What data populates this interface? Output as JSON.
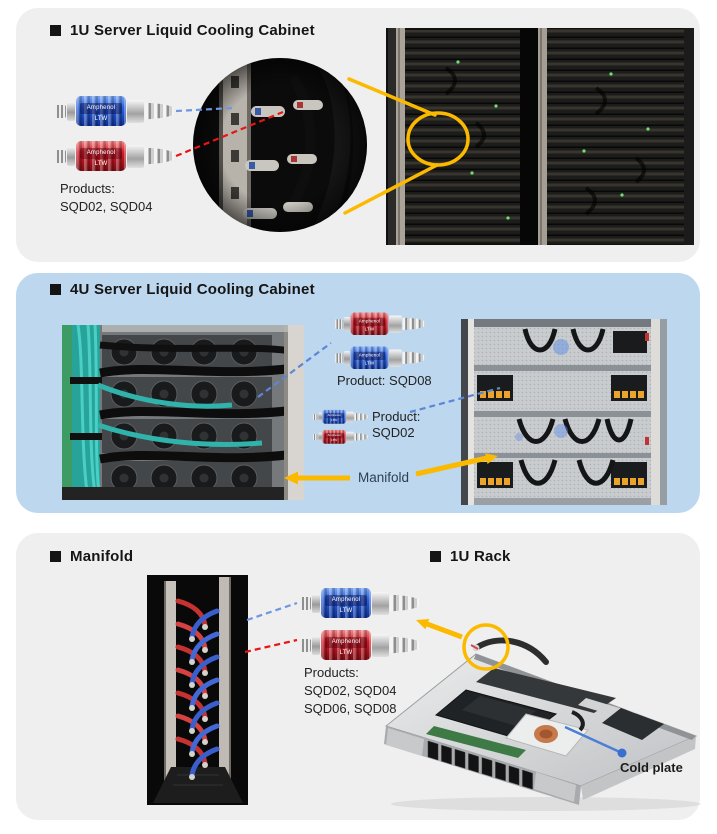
{
  "connector_brand": "Amphenol LTW",
  "colors": {
    "panel_gray": "#f0eff0",
    "panel_blue": "#bdd7ee",
    "accent_yellow": "#fbba00",
    "dash_blue": "#6f96e0",
    "dash_red": "#e81515",
    "leader_blue": "#4b7fd6",
    "connector_blue": "#2a62dd",
    "connector_red": "#d41a28"
  },
  "sections": {
    "cabinet_1u": {
      "title": "1U Server Liquid Cooling Cabinet",
      "products_label": "Products:",
      "products_value": "SQD02, SQD04"
    },
    "cabinet_4u": {
      "title": "4U Server Liquid Cooling Cabinet",
      "product_sqd08": "Product: SQD08",
      "product_sqd02_line1": "Product:",
      "product_sqd02_line2": "SQD02",
      "manifold_label": "Manifold"
    },
    "manifold": {
      "title": "Manifold",
      "products_label": "Products:",
      "products_line1": "SQD02, SQD04",
      "products_line2": "SQD06, SQD08"
    },
    "rack_1u": {
      "title": "1U Rack",
      "cold_plate_label": "Cold plate"
    }
  }
}
